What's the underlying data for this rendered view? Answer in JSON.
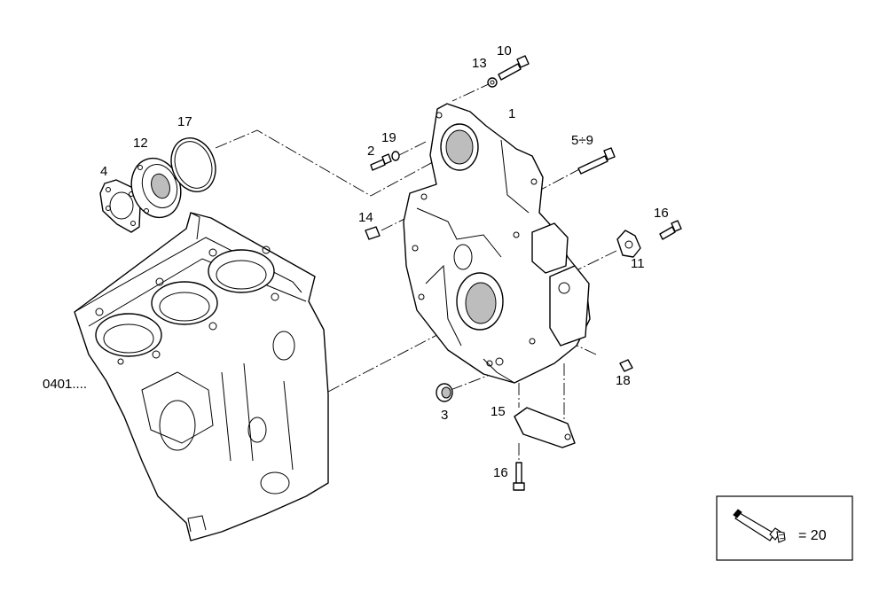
{
  "reference_label": "0401....",
  "callouts": {
    "c1": "1",
    "c2": "2",
    "c3": "3",
    "c4": "4",
    "c5_9": "5÷9",
    "c10": "10",
    "c11": "11",
    "c12": "12",
    "c13": "13",
    "c14": "14",
    "c15": "15",
    "c16a": "16",
    "c16b": "16",
    "c17": "17",
    "c18": "18",
    "c19": "19"
  },
  "legend": {
    "text": "= 20",
    "icon": "sealant-tube-icon"
  }
}
